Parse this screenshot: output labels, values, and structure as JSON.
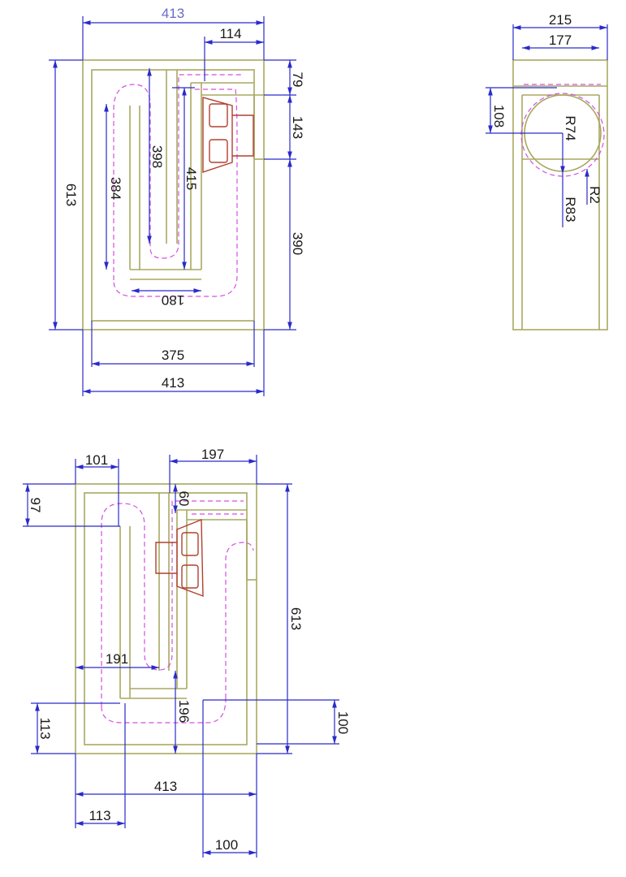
{
  "front_view": {
    "overall_width_top": "413",
    "port_width": "114",
    "height": "613",
    "top_gap": "79",
    "driver_zone": "143",
    "lower_section": "390",
    "fold_a": "398",
    "fold_b": "415",
    "fold_c": "384",
    "bottom_chamber": "180",
    "inner_width": "375",
    "overall_width_bottom": "413"
  },
  "side_view": {
    "depth_outer": "215",
    "depth_inner": "177",
    "hole_offset": "108",
    "radius_inner": "R74",
    "radius_outer": "R83",
    "radius_fillet": "R2"
  },
  "bottom_view": {
    "left_chamber": "101",
    "right_section": "197",
    "top_offset": "97",
    "port_gap": "60",
    "height": "613",
    "inner_span": "191",
    "chamber_height": "196",
    "base_left": "113",
    "base_right": "100",
    "overall_width": "413",
    "foot_left": "113",
    "foot_right": "100"
  }
}
